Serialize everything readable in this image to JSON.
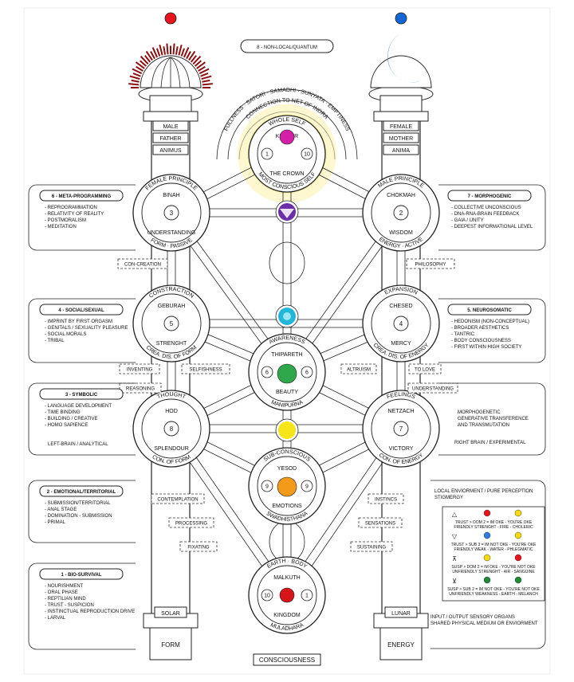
{
  "top_label": "8 - NON-LOCAL/QUANTUM",
  "arch": {
    "outer": "FULLNESS · SATORI · SAMADHI · SUNYATA · EMPTINESS",
    "inner": "CONNECTION TO NET OF INDRA"
  },
  "left_pillar": {
    "labels": [
      "MALE",
      "FATHER",
      "ANIMUS"
    ],
    "base_box": "SOLAR",
    "base": "FORM"
  },
  "right_pillar": {
    "labels": [
      "FEMALE",
      "MOTHER",
      "ANIMA"
    ],
    "base_box": "LUNAR",
    "base": "ENERGY"
  },
  "bottom_label": "CONSCIOUSNESS",
  "sephirot": {
    "kether": {
      "top": "WHOLE SELF",
      "name": "KETHER",
      "sub": "THE CROWN",
      "bottom": "MOST CONSCIOUS SELF",
      "num": "1",
      "num2": "10"
    },
    "binah": {
      "top": "FEMALE PRINCIPLE",
      "name": "BINAH",
      "sub": "UNDERSTANDING",
      "bottom": "FORM · PASSIVE",
      "num": "3"
    },
    "chokmah": {
      "top": "MALE PRINCIPLE",
      "name": "CHOKMAH",
      "sub": "WISDOM",
      "bottom": "ENERGY · ACTIVE",
      "num": "2"
    },
    "geburah": {
      "top": "CONSTRACTION",
      "name": "GEBURAH",
      "sub": "STRENGHT",
      "bottom": "CREA. DIS. OF FORM",
      "num": "5"
    },
    "chesed": {
      "top": "EXPANSION",
      "name": "CHESED",
      "sub": "MERCY",
      "bottom": "CREA. DIS. OF ENERGY",
      "num": "4"
    },
    "tiphareth": {
      "top": "AWARENESS",
      "name": "THIPARETH",
      "sub": "BEAUTY",
      "bottom": "MANIPURNA",
      "num": "6",
      "num2": "6"
    },
    "hod": {
      "top": "THOUGHT",
      "name": "HOD",
      "sub": "SPLENDOUR",
      "bottom": "CON. OF FORM",
      "num": "8"
    },
    "netzach": {
      "top": "FEELINGS",
      "name": "NETZACH",
      "sub": "VICTORY",
      "bottom": "CON. OF ENERGY",
      "num": "7"
    },
    "yesod": {
      "top": "SUB-CONSCIOUS",
      "name": "YESOD",
      "sub": "EMOTIONS",
      "bottom": "SWADHISTHANA",
      "num": "9",
      "num2": "9"
    },
    "malkuth": {
      "top": "EARTH · BODY",
      "name": "MALKUTH",
      "sub": "KINGDOM",
      "bottom": "MULADHARA",
      "num": "10",
      "num2": "1"
    }
  },
  "path_labels": {
    "con_creation": "CON-CREATION",
    "philosophy": "PHILOSOPHY",
    "inventing": "INVENTING",
    "selfishness": "SELFISHNESS",
    "altruism": "ALTRUISM",
    "to_love": "TO LOVE",
    "reasoning": "REASONING",
    "understanding": "UNDERSTANDING",
    "contemplation": "CONTEMPLATION",
    "instincs": "INSTINCS",
    "processing": "PROCESSING",
    "sensations": "SENSATIONS",
    "fixating": "FIXATING",
    "sustaining": "SUSTAINING"
  },
  "left_panels": [
    {
      "title": "6 - META-PROGRAMMING",
      "items": [
        "- REPROGRAMMATION",
        "- RELATIVITY OF REALITY",
        "- POSTMORALISM",
        "- MEDITATION"
      ],
      "footer": ""
    },
    {
      "title": "4 - SOCIAL/SEXUAL",
      "items": [
        "- IMPRINT BY FIRST ORGASM",
        "- GENITALS / SEXUALITY PLEASURE",
        "- SOCIAL MORALS",
        "- TRIBAL"
      ],
      "footer": ""
    },
    {
      "title": "3 - SYMBOLIC",
      "items": [
        "- LANGUAGE DEVELOPMENT",
        "- TIME BINDING",
        "- BUILDING / CREATIVE",
        "- HOMO SAPIENCE"
      ],
      "footer": "LEFT-BRAIN / ANALYTICAL"
    },
    {
      "title": "2 - EMOTIONAL/TERRITORIAL",
      "items": [
        "- SUBMISSION/TERRITORIAL",
        "- ANAL STAGE",
        "- DOMINATION - SUBMISSION",
        "- PRIMAL"
      ],
      "footer": ""
    },
    {
      "title": "1 - BIO-SURVIVAL",
      "items": [
        "- NOURISHMENT",
        "- ORAL PHASE",
        "- REPTILIAN MIND",
        "- TRUST - SUSPICION",
        "- INSTINCTUAL REPRODUCTION DRIVE",
        "- LARVAL"
      ],
      "footer": ""
    }
  ],
  "right_panels": [
    {
      "title": "7 - MORPHOGENIC",
      "items": [
        "- COLLECTIVE UNCONSCIOUS",
        "- DNA-RNA-BRAIN FEEDBACK",
        "- GAIA / UNITY",
        "- DEEPEST INFORMATIONAL LEVEL"
      ]
    },
    {
      "title": "5. NEUROSOMATIC",
      "items": [
        "- HEDONISM (NON-CONCEPTUAL)",
        "- BROADER AESTHETICS",
        "- TANTRIC",
        "- BODY CONSCIOUSNESS",
        "- FIRST WITHIN HIGH SOCIETY"
      ]
    },
    {
      "title": "",
      "items": [
        "MORPHOGENETIC",
        "GENERATIVE TRANSFERENCE",
        "AND TRANSMUTATION",
        "",
        "RIGHT BRAIN / EXPERIMENTAL"
      ]
    }
  ],
  "right_lower": {
    "heading": [
      "LOCAL ENVIORMENT / PURE PERCEPTION",
      "STIGMERGY"
    ],
    "rows": [
      {
        "symbol": "△",
        "line1": "TRUST > DOM 2 = IM OKE - YOU'RE OKE",
        "line2": "FRIENDLY STRENGHT - FIRE - CHOLERIC",
        "colors": [
          "#e8141b",
          "#f5d90a"
        ]
      },
      {
        "symbol": "▽",
        "line1": "TRUST > SUB 3 = IM NOT OKE - YOU'RE OKE",
        "line2": "FRIENDLY WEAK - WATER - PHLEGMATIC",
        "colors": [
          "#2f7de1",
          "#f5d90a"
        ]
      },
      {
        "symbol": "⊼",
        "line1": "SUSP > DOM 2 = IM OKE - YOU'RE NOT OKE",
        "line2": "UNFRIENDLY STRENGHT - AIR - SANGUINE",
        "colors": [
          "#f5d90a",
          "#e8141b"
        ]
      },
      {
        "symbol": "⊻",
        "line1": "SUSP > SUB 2 = IM NOT OKE - YOU'RE NOT OKE",
        "line2": "UNFRIENDLY WEAKNESS - EARTH - MELANCH",
        "colors": [
          "#1f8a3a",
          "#1f8a3a"
        ]
      }
    ],
    "footer": [
      "INPUT / OUTPUT SENSORY ORGANS",
      "SHARED PHYSICAL MEDIUM OR ENVIORMENT"
    ]
  },
  "colors": {
    "crown_chakra": "#d61fa8",
    "third_eye": "#6a2fa8",
    "throat": "#22b6d8",
    "heart": "#2ea84a",
    "solar_plexus": "#f7e51a",
    "sacral": "#f39a1a",
    "root": "#d8141b",
    "sun_rays": "#8b1010",
    "moon": "#1366d6"
  }
}
